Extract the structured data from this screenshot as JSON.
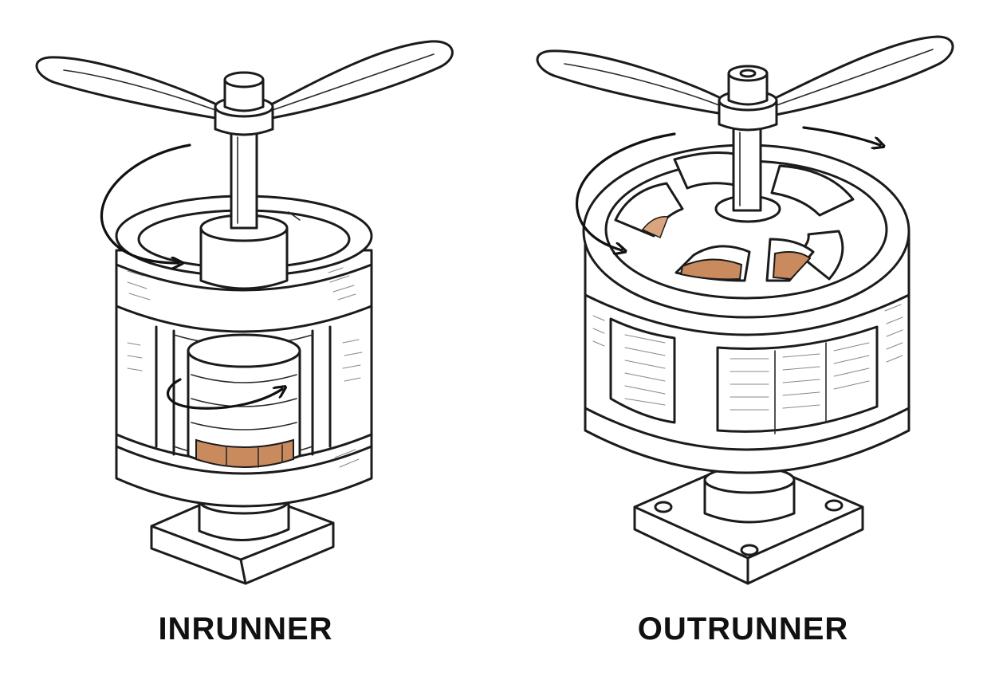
{
  "diagrams": [
    {
      "label": "INRUNNER",
      "kind": "inrunner"
    },
    {
      "label": "OUTRUNNER",
      "kind": "outrunner"
    }
  ],
  "colors": {
    "ink": "#1b1b1b",
    "copper": "#c98a5e",
    "copper_dark": "#9a5a34",
    "background": "#ffffff"
  },
  "icons": [
    "propeller-icon",
    "rotation-arrow-icon",
    "copper-coil-icon",
    "mounting-base-icon"
  ]
}
